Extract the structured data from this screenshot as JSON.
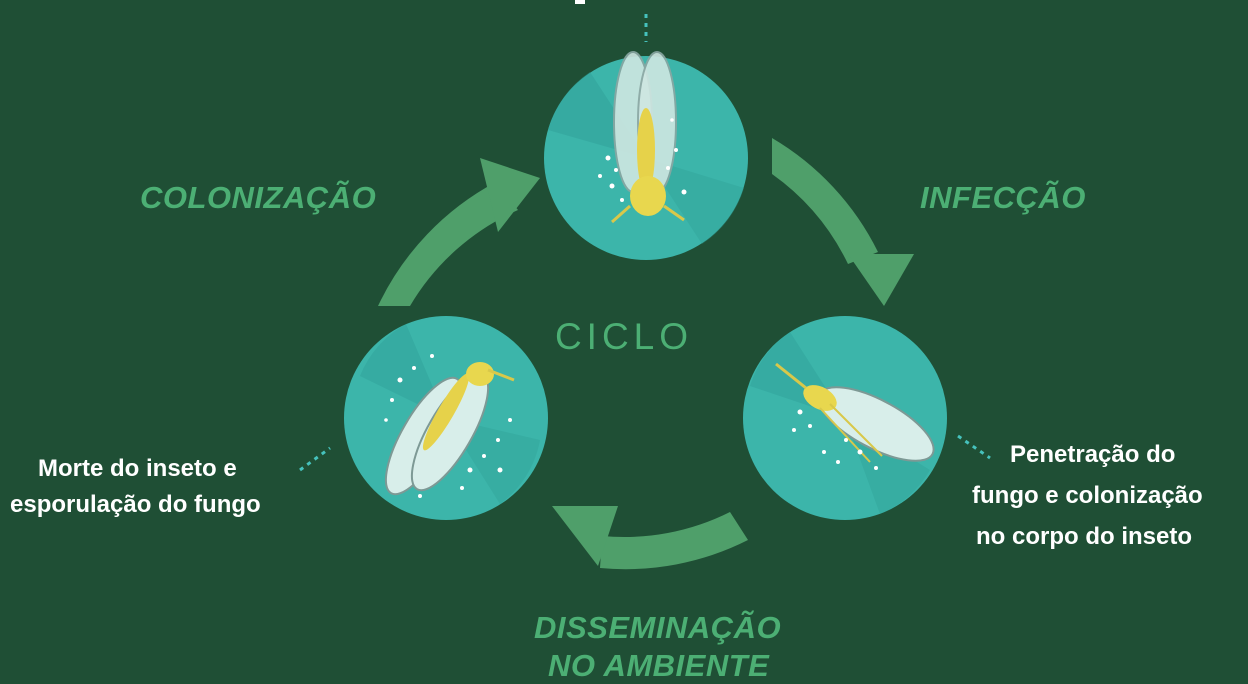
{
  "colors": {
    "background": "#1f4f35",
    "arrow": "#4f9f6a",
    "stage_label": "#4caf74",
    "circle": "#3cb5aa",
    "circle_dark": "#2e9e96",
    "connector": "#46c2bd",
    "text": "#ffffff"
  },
  "diagram": {
    "center_label": "CICLO",
    "stages": {
      "colonization": "COLONIZAÇÃO",
      "infection": "INFECÇÃO",
      "dissemination_line1": "DISSEMINAÇÃO",
      "dissemination_line2": "NO AMBIENTE"
    },
    "descriptions": {
      "left_line1": "Morte do inseto e",
      "left_line2": "esporulação do fungo",
      "right_line1": "Penetração do",
      "right_line2": "fungo e colonização",
      "right_line3": "no corpo do inseto"
    },
    "illustrations": [
      "whitefly-with-spores-top",
      "whitefly-infected-right",
      "whitefly-sporulating-left"
    ]
  }
}
